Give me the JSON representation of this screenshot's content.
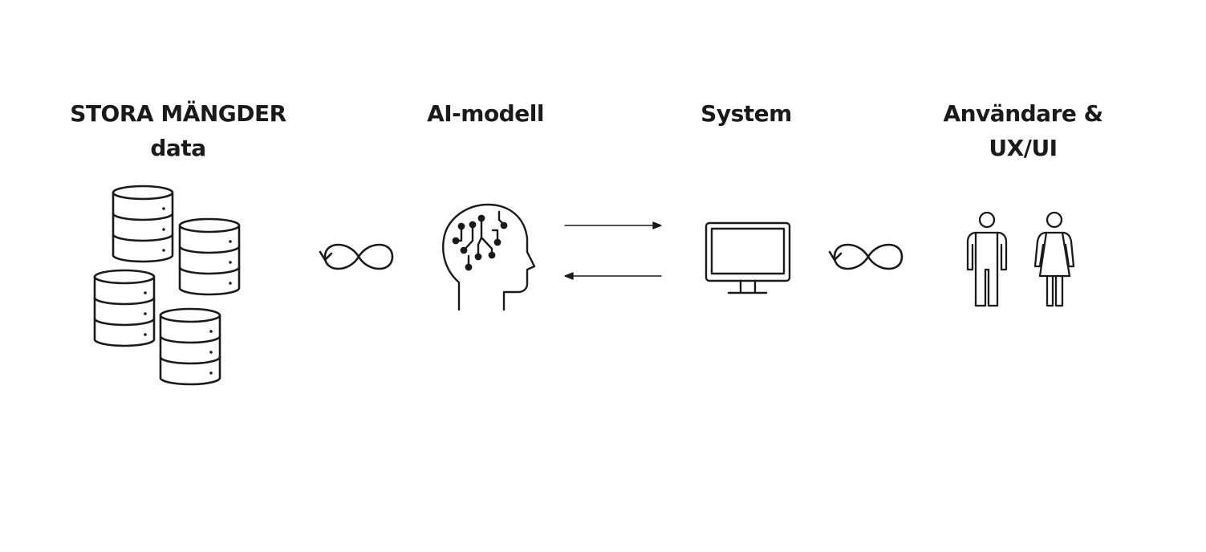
{
  "stages": [
    {
      "id": "data",
      "line1": "STORA MÄNGDER",
      "line2": "data"
    },
    {
      "id": "model",
      "line1": "AI-modell",
      "line2": ""
    },
    {
      "id": "system",
      "line1": "System",
      "line2": ""
    },
    {
      "id": "users",
      "line1": "Användare &",
      "line2": "UX/UI"
    }
  ],
  "icons": {
    "data": "database-stack-icon",
    "model": "ai-brain-head-icon",
    "system": "monitor-icon",
    "users": "man-woman-icon",
    "loop": "infinity-loop-icon",
    "flow": "bidirectional-arrows-icon"
  },
  "colors": {
    "stroke": "#1a1a1a",
    "background": "#ffffff"
  }
}
